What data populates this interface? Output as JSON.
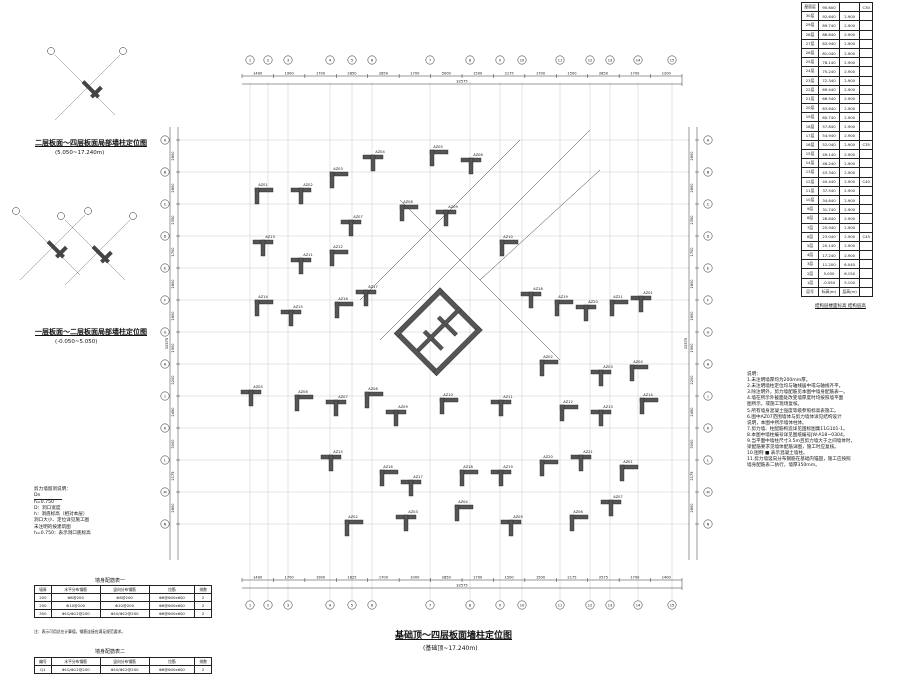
{
  "drawing_title": "基础顶～四层板面墙柱定位图",
  "drawing_subtitle": "(基础顶~17.240m)",
  "inset_top": {
    "title": "二层板面～四层板面局部墙柱定位图",
    "range": "(5.050~17.240m)"
  },
  "inset_bottom": {
    "title": "一层板面～二层板面局部墙柱定位图",
    "range": "(-0.050~5.050)"
  },
  "top_dims": [
    "1400",
    "1900",
    "1700",
    "2850",
    "2850",
    "1700",
    "5000",
    "1500",
    "2175",
    "1700",
    "1500",
    "2850",
    "1700",
    "1200"
  ],
  "top_total": "32575",
  "bottom_dims": [
    "1400",
    "1700",
    "1900",
    "1825",
    "1700",
    "1000",
    "2850",
    "1700",
    "1500",
    "1500",
    "2175",
    "2575",
    "1700",
    "1400"
  ],
  "bottom_total": "32575",
  "left_total": "32575",
  "right_total": "32575",
  "grid_top": [
    "1",
    "2",
    "3",
    "4",
    "5",
    "6",
    "7",
    "8",
    "9",
    "10",
    "11",
    "12",
    "13",
    "14",
    "15"
  ],
  "grid_left": [
    "A",
    "B",
    "C",
    "D",
    "E",
    "F",
    "G",
    "H",
    "J",
    "K",
    "L",
    "M",
    "N"
  ],
  "wall_labels": [
    "AZ01",
    "AZ02",
    "AZ03",
    "AZ04",
    "AZ05",
    "AZ06",
    "AZ07",
    "AZ08",
    "AZ09",
    "AZ10",
    "AZ11",
    "AZ12",
    "AZ13",
    "AZ14",
    "AZ15",
    "AZ16",
    "AZ17",
    "AZ18",
    "AZ19",
    "AZ20",
    "AZ21"
  ],
  "level_table": {
    "header": [
      "层号",
      "标高",
      "层高",
      "砼"
    ],
    "rows": [
      [
        "屋面层",
        "95.600",
        "",
        "C30"
      ],
      [
        "30层",
        "92.640",
        "2.900",
        ""
      ],
      [
        "29层",
        "89.740",
        "2.900",
        ""
      ],
      [
        "28层",
        "86.840",
        "2.900",
        ""
      ],
      [
        "27层",
        "83.940",
        "2.900",
        ""
      ],
      [
        "26层",
        "81.040",
        "2.900",
        ""
      ],
      [
        "25层",
        "78.140",
        "2.900",
        ""
      ],
      [
        "24层",
        "75.240",
        "2.900",
        ""
      ],
      [
        "23层",
        "72.340",
        "2.900",
        ""
      ],
      [
        "22层",
        "69.440",
        "2.900",
        ""
      ],
      [
        "21层",
        "66.540",
        "2.900",
        ""
      ],
      [
        "20层",
        "63.640",
        "2.900",
        ""
      ],
      [
        "19层",
        "60.740",
        "2.900",
        ""
      ],
      [
        "18层",
        "57.840",
        "2.900",
        ""
      ],
      [
        "17层",
        "54.940",
        "2.900",
        ""
      ],
      [
        "16层",
        "52.040",
        "2.900",
        "C35"
      ],
      [
        "15层",
        "49.140",
        "2.900",
        ""
      ],
      [
        "14层",
        "46.240",
        "2.900",
        ""
      ],
      [
        "13层",
        "43.340",
        "2.900",
        ""
      ],
      [
        "12层",
        "40.440",
        "2.900",
        "C40"
      ],
      [
        "11层",
        "37.540",
        "2.900",
        ""
      ],
      [
        "10层",
        "34.640",
        "2.900",
        ""
      ],
      [
        "9层",
        "31.740",
        "2.900",
        ""
      ],
      [
        "8层",
        "28.840",
        "2.900",
        ""
      ],
      [
        "7层",
        "25.940",
        "2.900",
        ""
      ],
      [
        "6层",
        "23.040",
        "2.900",
        "C45"
      ],
      [
        "5层",
        "20.140",
        "2.900",
        ""
      ],
      [
        "4层",
        "17.240",
        "2.900",
        ""
      ],
      [
        "3层",
        "11.200",
        "6.040",
        ""
      ],
      [
        "2层",
        "5.050",
        "6.150",
        ""
      ],
      [
        "1层",
        "-0.050",
        "5.100",
        ""
      ],
      [
        "层号",
        "标高(m)",
        "层高(m)",
        ""
      ]
    ],
    "caption": "结构层楼面标高 结构层高"
  },
  "notes": {
    "heading": "说明：",
    "lines": [
      "1.未注明墙厚均为200mm厚。",
      "2.未注明墙柱定位均与轴线居中或与轴线齐平。",
      "3.除注明外，剪力墙配筋见本图中墙身配筋表一。",
      "4.墙在所示外截面处改变墙厚度时均按照墙平面",
      "  图所示，或施工现场复核。",
      "5.所有墙身混凝土强度等级参照标高表施工。",
      "6.图中AZ07范围墙体与剪力墙体详见结构设计",
      "  说明，本图中所示墙体柱体。",
      "7.剪力墙、柱配筋构造详见国标图集11G101-1。",
      "8.本图中墙柱编号详见图纸编号JW-A18~0304。",
      "9.当平面中墙柱尺寸3.5m且剪力墙大于之间墙体时，",
      "  梁配筋要求见墙体配筋详图，施工时应复核。",
      "10.图例 ■ 表示混凝土墙柱。",
      "11.剪力墙竖向分布钢筋在基础内锚固，施工应按照",
      "  墙身配筋表二执行，墙厚350mm。"
    ]
  },
  "opening_notes": {
    "heading": "剪力墙留洞说明：",
    "lines": [
      "Dn",
      "h=0.750",
      "D：洞口宽度",
      "h：洞底标高（相对本层）",
      "洞口大小、定位详见施工图",
      "未注明的按建筑图",
      "h=0.750：表示洞口底标高"
    ]
  },
  "wall_table_1": {
    "title": "墙身配筋表一",
    "header": [
      "墙厚",
      "水平分布钢筋",
      "竖向分布钢筋",
      "拉筋",
      "排数"
    ],
    "rows": [
      [
        "200",
        "Φ8@200",
        "Φ8@200",
        "Φ6@600x600",
        "2"
      ],
      [
        "250",
        "Φ10@200",
        "Φ10@200",
        "Φ6@600x600",
        "2"
      ],
      [
        "350",
        "Φ10/Φ12@200",
        "Φ10/Φ12@200",
        "Φ6@600x600",
        "2"
      ]
    ],
    "note": "注：表示可用总在计算值，钢筋连接应满足规范要求。"
  },
  "wall_table_2": {
    "title": "墙身配筋表二",
    "header": [
      "编号",
      "水平分布钢筋",
      "竖向分布钢筋",
      "拉筋",
      "排数"
    ],
    "rows": [
      [
        "Q1",
        "Φ10/Φ12@200",
        "Φ10/Φ12@200",
        "Φ6@600x600",
        "2"
      ]
    ]
  },
  "dim_marks": [
    "2600",
    "2800",
    "2350",
    "1700",
    "1800",
    "1600",
    "1900",
    "2200",
    "2450",
    "3000",
    "2175",
    "2800",
    "1350",
    "1400",
    "1200",
    "1500",
    "1100",
    "1000"
  ]
}
